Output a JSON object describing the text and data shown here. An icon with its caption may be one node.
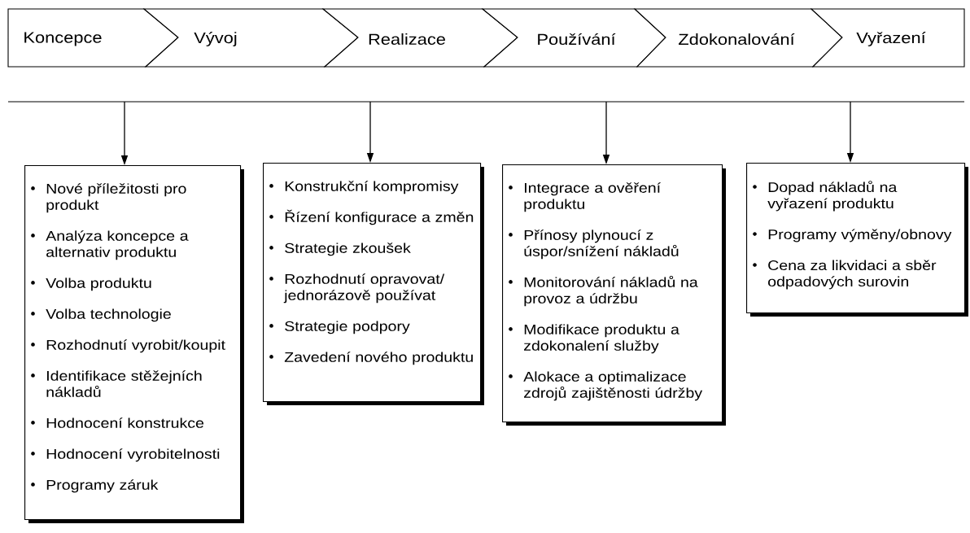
{
  "diagram": {
    "nodes": [
      {
        "text": [
          "Koncepce"
        ]
      },
      {
        "text": [
          "Vývoj"
        ]
      },
      {
        "text": [
          "Realizace"
        ]
      },
      {
        "text": [
          "Používání"
        ]
      },
      {
        "text": [
          "Zdokonalování"
        ]
      },
      {
        "text": [
          "Vyřazení"
        ]
      },
      {
        "text": [
          "Nové příležitosti pro produkt",
          "Analýza koncepce a alternativ produktu",
          "Volba produktu",
          "Volba technologie",
          "Rozhodnutí vyrobit/koupit",
          "Identifikace stěžejních nákladů",
          "Hodnocení konstrukce",
          "Hodnocení vyrobitelnosti",
          "Programy záruk"
        ]
      },
      {
        "text": [
          "Konstrukční kompromisy",
          "Řízení konfigurace a změn",
          "Strategie zkoušek",
          "Rozhodnutí opravovat/ jednorázově používat",
          "Strategie podpory",
          "Zavedení nového produktu"
        ]
      },
      {
        "text": [
          "Integrace a ověření produktu",
          "Přínosy plynoucí z úspor/snížení nákladů",
          "Monitorování nákladů na provoz a údržbu",
          "Modifikace produktu a zdokonalení služby",
          "Alokace a optimalizace zdrojů zajištěnosti údržby"
        ]
      },
      {
        "text": [
          "Dopad nákladů na vyřazení produktu",
          "Programy výměny/obnovy",
          "Cena za likvidaci a sběr odpadových surovin"
        ]
      }
    ],
    "edges": [
      {
        "from": null,
        "to": 6,
        "arrow": "to"
      },
      {
        "from": null,
        "to": 7,
        "arrow": "to"
      },
      {
        "from": null,
        "to": 8,
        "arrow": "to"
      },
      {
        "from": null,
        "to": 9,
        "arrow": "to"
      }
    ]
  }
}
